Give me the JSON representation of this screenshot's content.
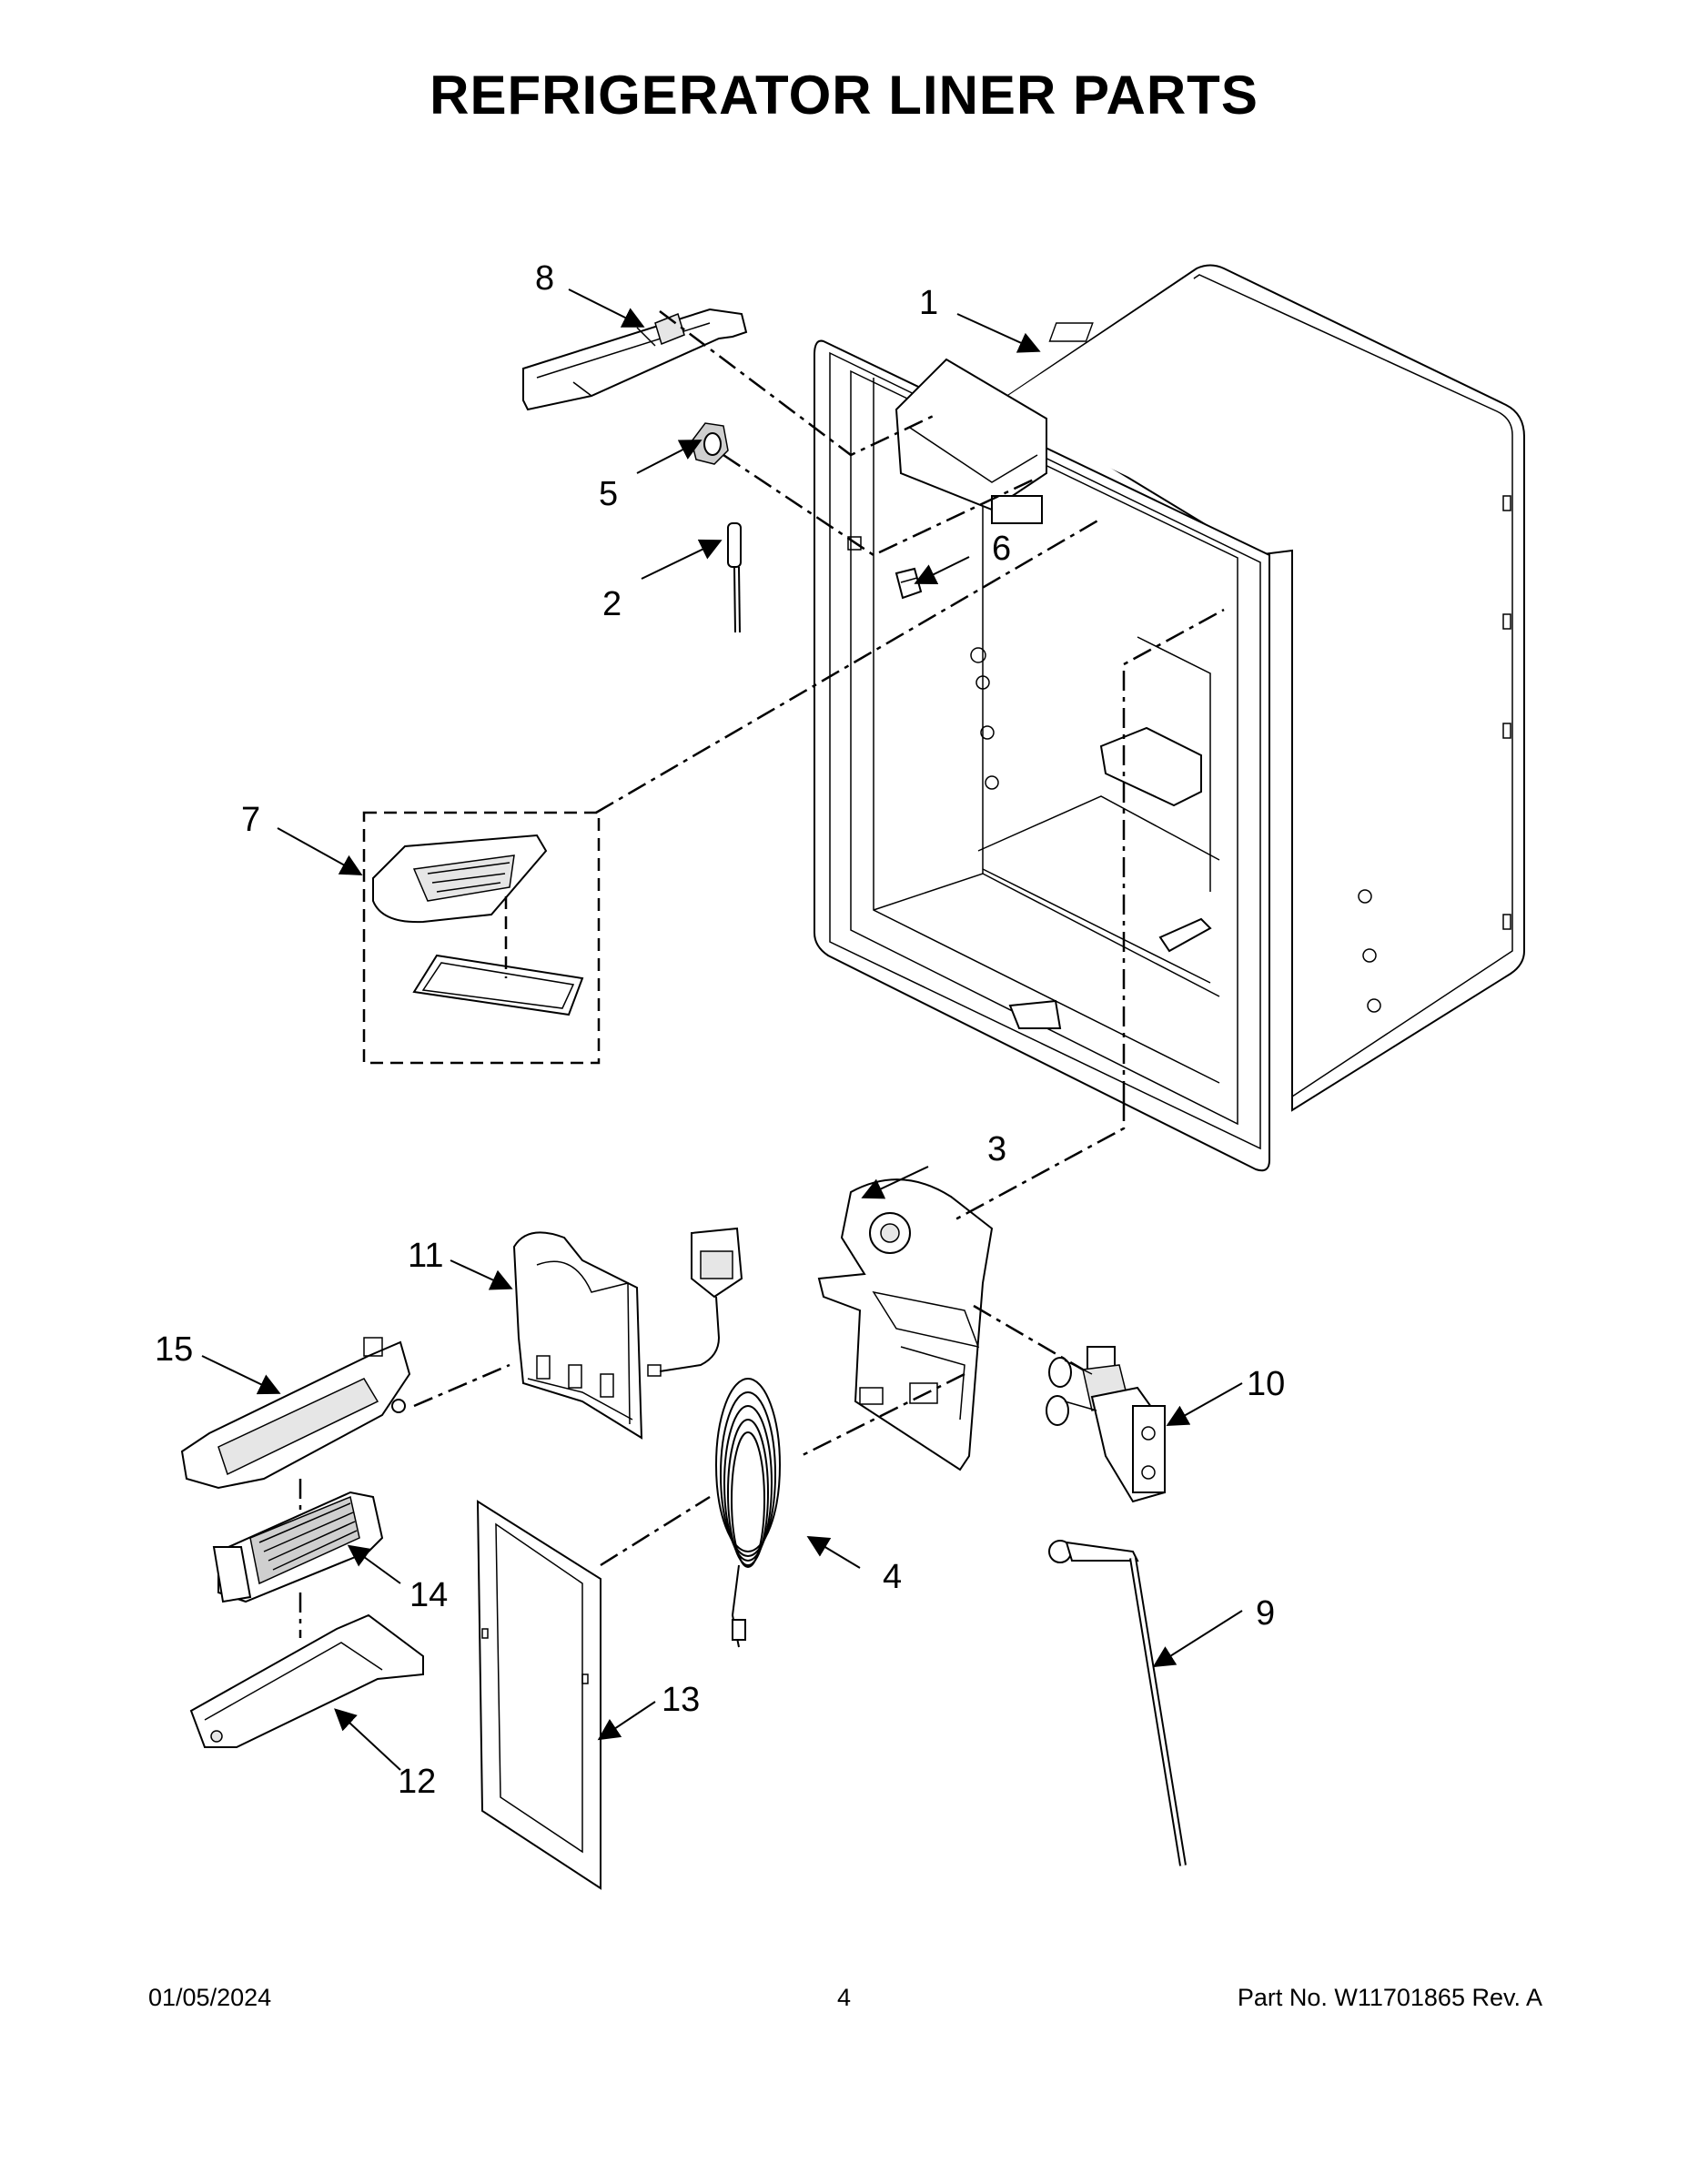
{
  "title": "REFRIGERATOR LINER PARTS",
  "callouts": [
    {
      "id": "1",
      "label": "1",
      "part": "liner"
    },
    {
      "id": "2",
      "label": "2",
      "part": "thermistor"
    },
    {
      "id": "3",
      "label": "3",
      "part": "dispenser-housing"
    },
    {
      "id": "4",
      "label": "4",
      "part": "water-tube-coil"
    },
    {
      "id": "5",
      "label": "5",
      "part": "clip"
    },
    {
      "id": "6",
      "label": "6",
      "part": "clip-holder"
    },
    {
      "id": "7",
      "label": "7",
      "part": "control-module"
    },
    {
      "id": "8",
      "label": "8",
      "part": "top-cover"
    },
    {
      "id": "9",
      "label": "9",
      "part": "water-tube"
    },
    {
      "id": "10",
      "label": "10",
      "part": "water-valve"
    },
    {
      "id": "11",
      "label": "11",
      "part": "filter-housing-cover"
    },
    {
      "id": "12",
      "label": "12",
      "part": "filter-door"
    },
    {
      "id": "13",
      "label": "13",
      "part": "trim-panel"
    },
    {
      "id": "14",
      "label": "14",
      "part": "water-filter"
    },
    {
      "id": "15",
      "label": "15",
      "part": "filter-housing"
    }
  ],
  "footer": {
    "date": "01/05/2024",
    "page": "4",
    "part_no": "Part No.  W11701865  Rev.  A"
  }
}
